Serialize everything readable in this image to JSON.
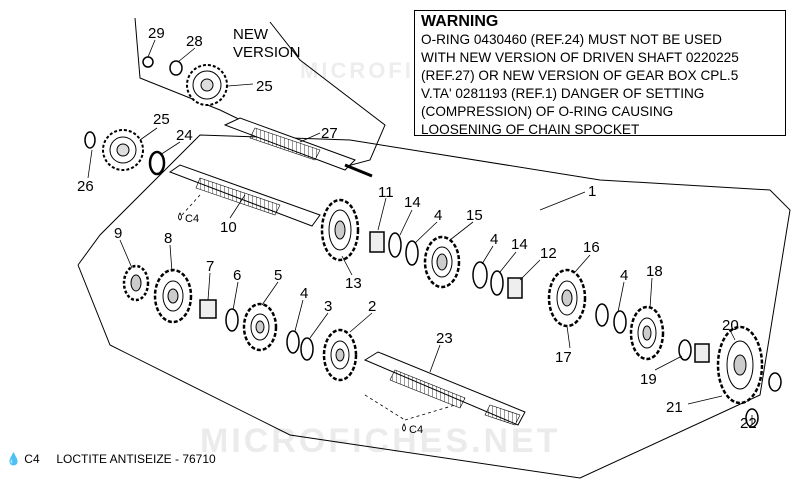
{
  "warning": {
    "title": "WARNING",
    "lines": [
      "O-RING 0430460 (REF.24) MUST NOT BE USED",
      "WITH NEW VERSION OF DRIVEN SHAFT 0220225",
      "(REF.27) OR NEW VERSION OF GEAR BOX CPL.5",
      "V.TA' 0281193 (REF.1) DANGER OF SETTING",
      "(COMPRESSION) OF O-RING CAUSING",
      "LOOSENING OF CHAIN SPOCKET"
    ]
  },
  "new_version": {
    "line1": "NEW",
    "line2": "VERSION"
  },
  "callouts": {
    "c29": "29",
    "c28": "28",
    "c25a": "25",
    "c27": "27",
    "c25b": "25",
    "c24": "24",
    "c26": "26",
    "c10": "10",
    "c1": "1",
    "c11": "11",
    "c14a": "14",
    "c4a": "4",
    "c15": "15",
    "c4b": "4",
    "c14b": "14",
    "c12": "12",
    "c16": "16",
    "c4c": "4",
    "c18": "18",
    "c9": "9",
    "c8": "8",
    "c7": "7",
    "c6": "6",
    "c5": "5",
    "c4d": "4",
    "c3": "3",
    "c2": "2",
    "c13": "13",
    "c23": "23",
    "c17": "17",
    "c19": "19",
    "c20": "20",
    "c21": "21",
    "c22": "22"
  },
  "c4_marks": {
    "m1": "C4",
    "m2": "C4"
  },
  "footer": {
    "symbol": "C4",
    "text": "LOCTITE ANTISEIZE - 76710"
  },
  "watermark": "MICROFICHES.NET"
}
